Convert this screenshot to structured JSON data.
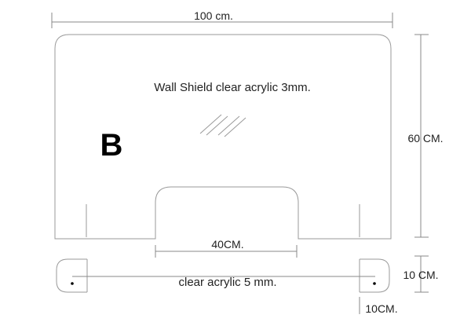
{
  "panel": {
    "letter": "B",
    "description": "Wall Shield clear acrylic 3mm.",
    "width_label": "100 cm.",
    "height_label": "60 CM.",
    "cutout_label": "40CM."
  },
  "base": {
    "description": "clear acrylic 5 mm.",
    "foot_height_label": "10 CM.",
    "foot_width_label": "10CM."
  },
  "colors": {
    "line": "#999999",
    "text": "#222222",
    "letter": "#000000"
  }
}
